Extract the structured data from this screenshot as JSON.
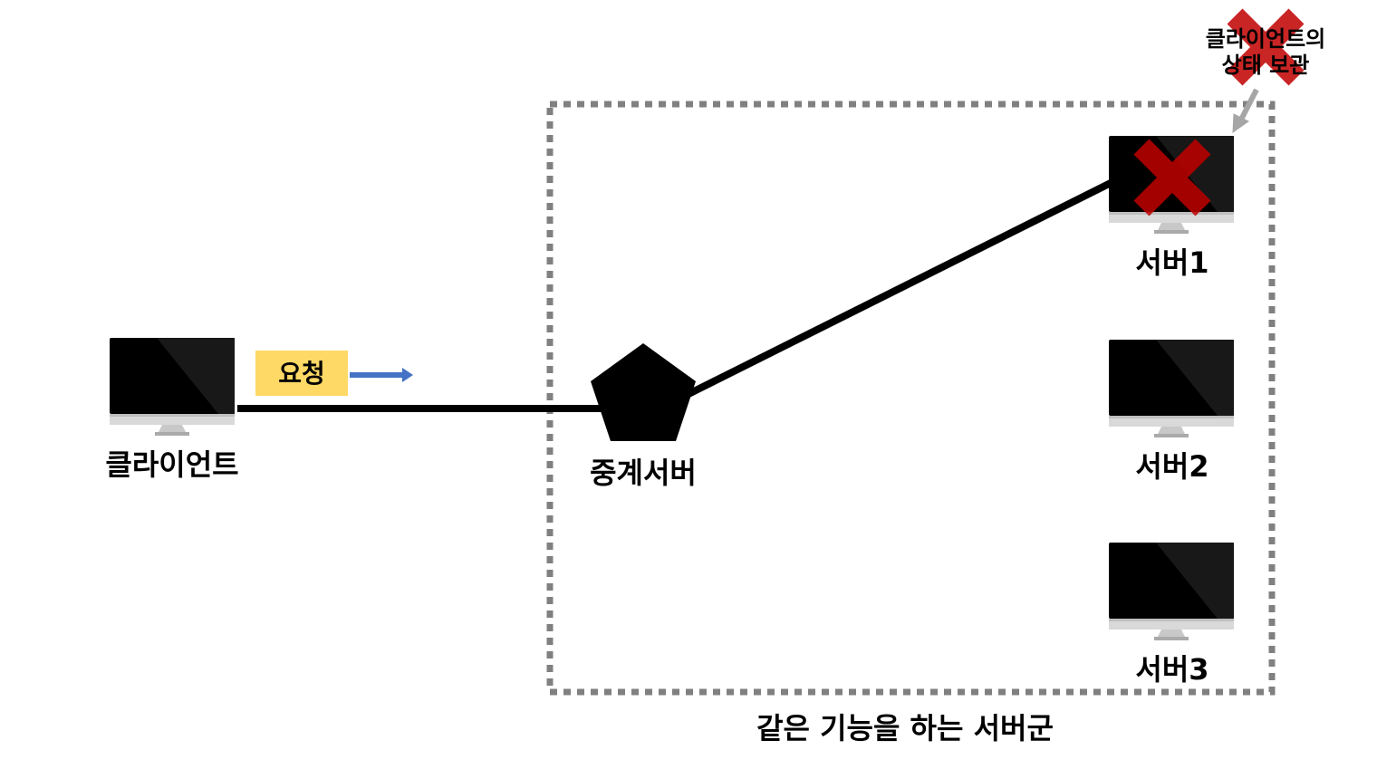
{
  "labels": {
    "client": "클라이언트",
    "request": "요청",
    "relay_server": "중계서버",
    "server1": "서버1",
    "server2": "서버2",
    "server3": "서버3",
    "cluster": "같은 기능을 하는 서버군",
    "state_note_line1": "클라이언트의",
    "state_note_line2": "상태 보관"
  },
  "colors": {
    "request_box": "#FFD966",
    "request_arrow": "#4472C4",
    "cross": "#C00000",
    "cluster_border": "#808080",
    "note_arrow": "#A6A6A6"
  },
  "icons": {
    "monitor": "desktop-monitor-icon",
    "relay": "pentagon-icon",
    "failure": "red-x-icon"
  }
}
